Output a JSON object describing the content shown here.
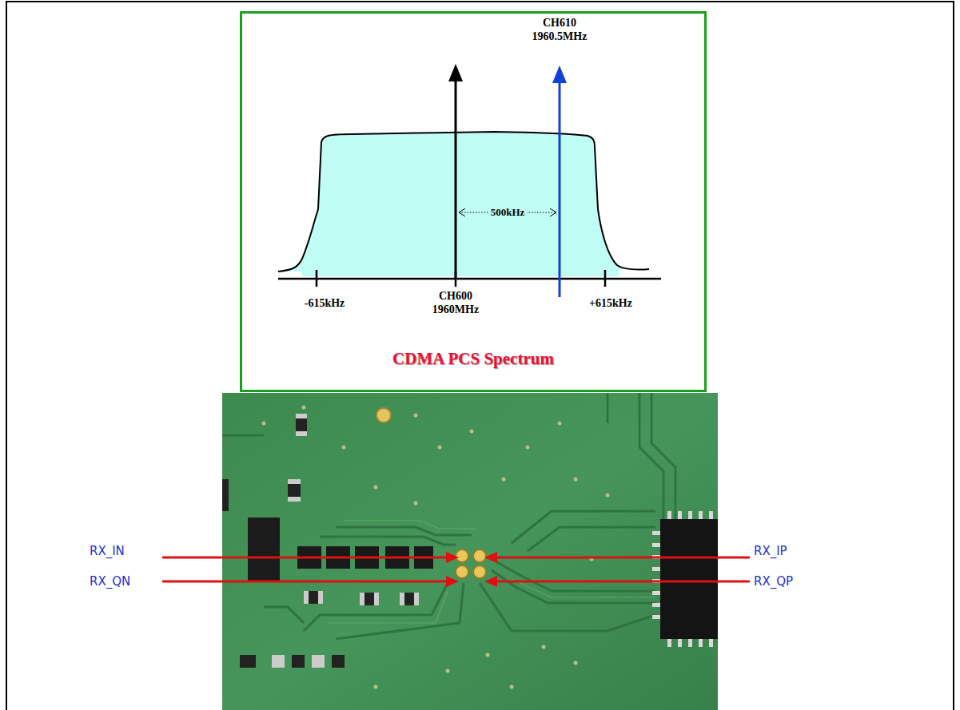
{
  "diagram": {
    "nodes": [
      {
        "text": [
          "CDMA PCS Spectrum"
        ]
      }
    ],
    "labels": [
      "CH610 1960.5MHz",
      "500kHz",
      "-615kHz",
      "CH600 1960MHz",
      "+615kHz",
      "RX_IN",
      "RX_QN",
      "RX_IP",
      "RX_QP"
    ]
  }
}
